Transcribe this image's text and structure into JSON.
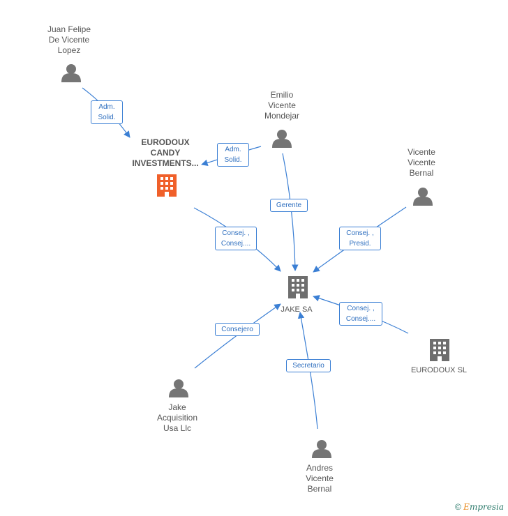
{
  "colors": {
    "edge": "#3b7fd4",
    "person_icon": "#757575",
    "company_icon": "#6e6e6e",
    "highlight_company": "#f0602a"
  },
  "nodes": {
    "juan": {
      "label": "Juan Felipe\nDe Vicente\nLopez",
      "icon": "person-icon"
    },
    "emilio": {
      "label": "Emilio\nVicente\nMondejar",
      "icon": "person-icon"
    },
    "vicente": {
      "label": "Vicente\nVicente\nBernal",
      "icon": "person-icon"
    },
    "eurodoux_candy": {
      "label": "EURODOUX\nCANDY\nINVESTMENTS...",
      "icon": "building-icon"
    },
    "jake_sa": {
      "label": "JAKE SA",
      "icon": "building-icon"
    },
    "eurodoux_sl": {
      "label": "EURODOUX  SL",
      "icon": "building-icon"
    },
    "jake_acq": {
      "label": "Jake\nAcquisition\nUsa Llc",
      "icon": "person-icon"
    },
    "andres": {
      "label": "Andres\nVicente\nBernal",
      "icon": "person-icon"
    }
  },
  "edges": {
    "juan_candy": "Adm.\nSolid.",
    "emilio_candy": "Adm.\nSolid.",
    "emilio_jake": "Gerente",
    "candy_jake": "Consej. ,\nConsej....",
    "vicente_jake": "Consej. ,\nPresid.",
    "sl_jake": "Consej. ,\nConsej....",
    "acq_jake": "Consejero",
    "andres_jake": "Secretario"
  },
  "copyright": {
    "symbol": "©",
    "brand_first": "E",
    "brand_rest": "mpresia"
  }
}
